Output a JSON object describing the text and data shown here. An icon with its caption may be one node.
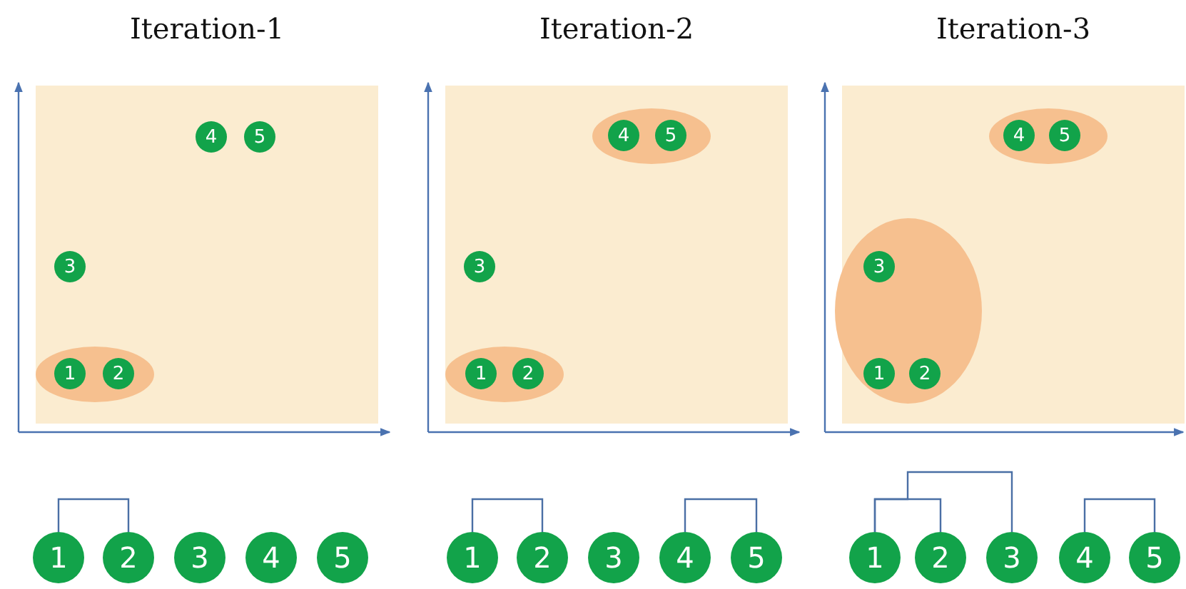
{
  "diagram": {
    "nodes": [
      {
        "text": [
          "Iteration-1"
        ]
      },
      {
        "text": [],
        "shape": "ellipse",
        "in": 0
      },
      {
        "text": [
          "1"
        ],
        "in": 1
      },
      {
        "text": [
          "2"
        ],
        "in": 1
      },
      {
        "text": [
          "3"
        ],
        "in": 0
      },
      {
        "text": [
          "4"
        ],
        "in": 0
      },
      {
        "text": [
          "5"
        ],
        "in": 0
      },
      {
        "text": [
          "Iteration-2"
        ]
      },
      {
        "text": [],
        "shape": "ellipse",
        "in": 7
      },
      {
        "text": [
          "1"
        ],
        "in": 8
      },
      {
        "text": [
          "2"
        ],
        "in": 8
      },
      {
        "text": [
          "3"
        ],
        "in": 7
      },
      {
        "text": [],
        "shape": "ellipse",
        "in": 7
      },
      {
        "text": [
          "4"
        ],
        "in": 12
      },
      {
        "text": [
          "5"
        ],
        "in": 12
      },
      {
        "text": [
          "Iteration-3"
        ]
      },
      {
        "text": [],
        "shape": "ellipse",
        "in": 15
      },
      {
        "text": [
          "1"
        ],
        "in": 16
      },
      {
        "text": [
          "2"
        ],
        "in": 16
      },
      {
        "text": [
          "3"
        ],
        "in": 16
      },
      {
        "text": [],
        "shape": "ellipse",
        "in": 15
      },
      {
        "text": [
          "4"
        ],
        "in": 20
      },
      {
        "text": [
          "5"
        ],
        "in": 20
      },
      {
        "text": [
          "1"
        ]
      },
      {
        "text": [
          "2"
        ]
      },
      {
        "text": [
          "3"
        ]
      },
      {
        "text": [
          "4"
        ]
      },
      {
        "text": [
          "5"
        ]
      },
      {
        "text": [
          "1"
        ]
      },
      {
        "text": [
          "2"
        ]
      },
      {
        "text": [
          "3"
        ]
      },
      {
        "text": [
          "4"
        ]
      },
      {
        "text": [
          "5"
        ]
      },
      {
        "text": [
          "1"
        ]
      },
      {
        "text": [
          "2"
        ]
      },
      {
        "text": [
          "3"
        ]
      },
      {
        "text": [
          "4"
        ]
      },
      {
        "text": [
          "5"
        ]
      }
    ],
    "edges": [
      {
        "from": 23,
        "to": 24,
        "arrow": "none"
      },
      {
        "from": 28,
        "to": 29,
        "arrow": "none"
      },
      {
        "from": 31,
        "to": 32,
        "arrow": "none"
      },
      {
        "from": 33,
        "to": 34,
        "arrow": "none"
      },
      {
        "from": 33,
        "to": 35,
        "arrow": "none"
      },
      {
        "from": 36,
        "to": 37,
        "arrow": "none"
      }
    ]
  }
}
